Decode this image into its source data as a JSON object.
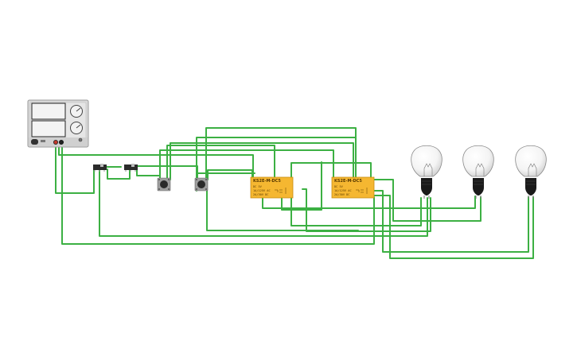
{
  "power_supply": {
    "label": "Power supply"
  },
  "relays": [
    {
      "name": "KS2E-M-DC5",
      "lines": [
        "DC 5V",
        "1A/125V AC",
        "2A/30V DC"
      ]
    },
    {
      "name": "KS2E-M-DC5",
      "lines": [
        "DC 5V",
        "1A/125V AC",
        "2A/30V DC"
      ]
    }
  ],
  "switches": [
    "slide switch",
    "slide switch"
  ],
  "pushbuttons": [
    "pushbutton",
    "pushbutton"
  ],
  "bulbs": [
    "light bulb",
    "light bulb",
    "light bulb"
  ],
  "colors": {
    "wire": "#3cb043",
    "relay_body": "#f5b731",
    "bulb_base": "#1a1a1a",
    "psu_body": "#d9d9d9"
  }
}
